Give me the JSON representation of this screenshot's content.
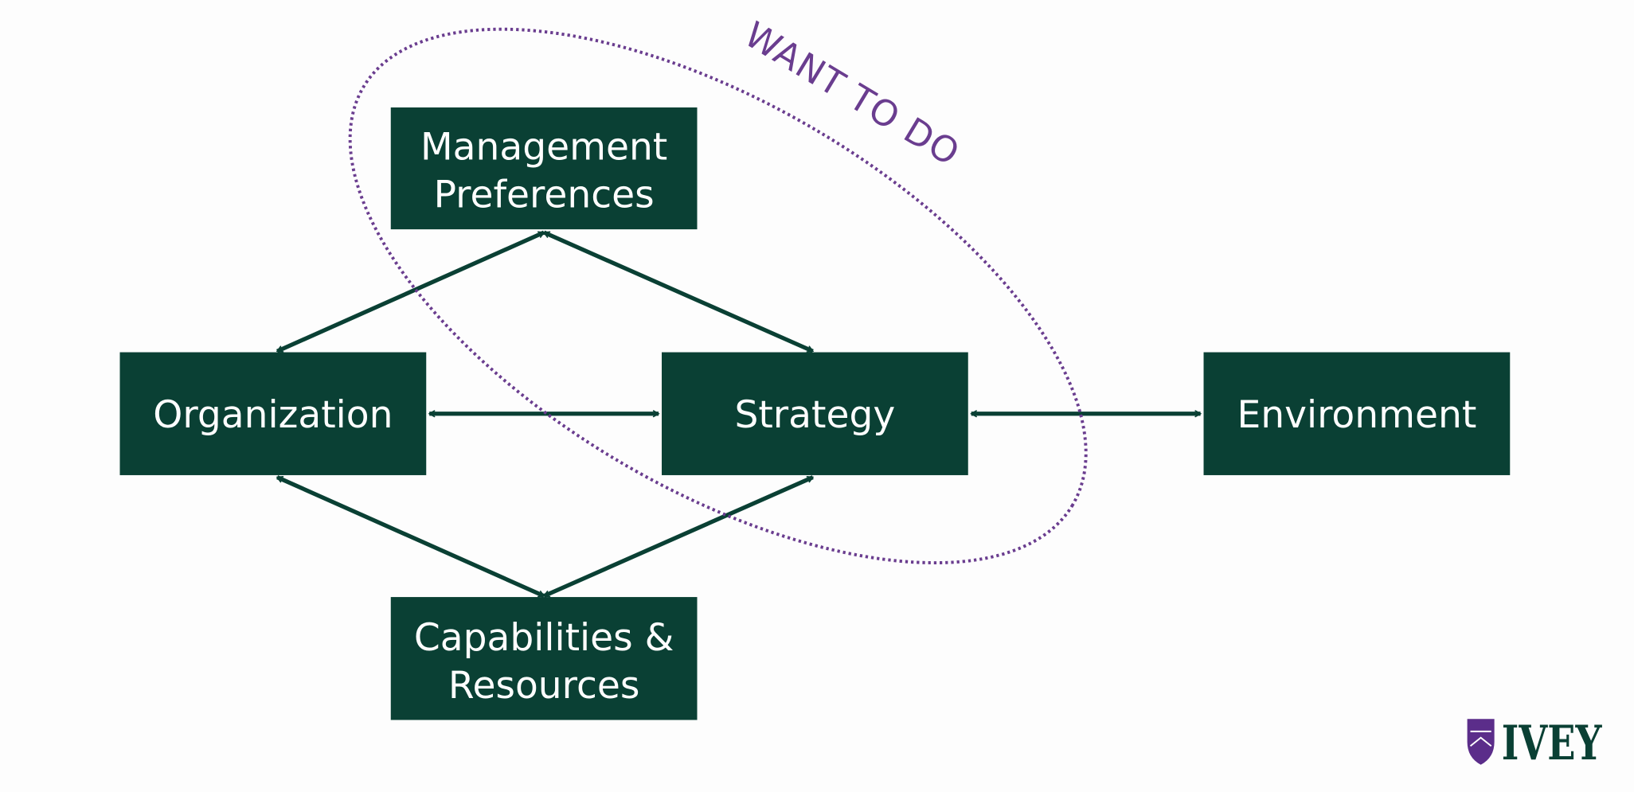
{
  "diagram": {
    "nodes": {
      "management": {
        "line1": "Management",
        "line2": "Preferences"
      },
      "organization": {
        "label": "Organization"
      },
      "strategy": {
        "label": "Strategy"
      },
      "environment": {
        "label": "Environment"
      },
      "capabilities": {
        "line1": "Capabilities &",
        "line2": "Resources"
      }
    },
    "edges": [
      {
        "from": "Management Preferences",
        "to": "Organization",
        "type": "bidirectional"
      },
      {
        "from": "Management Preferences",
        "to": "Strategy",
        "type": "bidirectional"
      },
      {
        "from": "Organization",
        "to": "Strategy",
        "type": "bidirectional"
      },
      {
        "from": "Strategy",
        "to": "Environment",
        "type": "bidirectional"
      },
      {
        "from": "Organization",
        "to": "Capabilities & Resources",
        "type": "bidirectional"
      },
      {
        "from": "Strategy",
        "to": "Capabilities & Resources",
        "type": "bidirectional"
      }
    ],
    "grouping": {
      "label": "WANT TO DO",
      "members": [
        "Management Preferences",
        "Strategy"
      ]
    }
  },
  "logo": {
    "text": "IVEY"
  },
  "colors": {
    "box": "#0a4034",
    "arrow": "#0a4034",
    "grouping": "#6a3d8f",
    "logo_shield": "#5b2d8a"
  }
}
